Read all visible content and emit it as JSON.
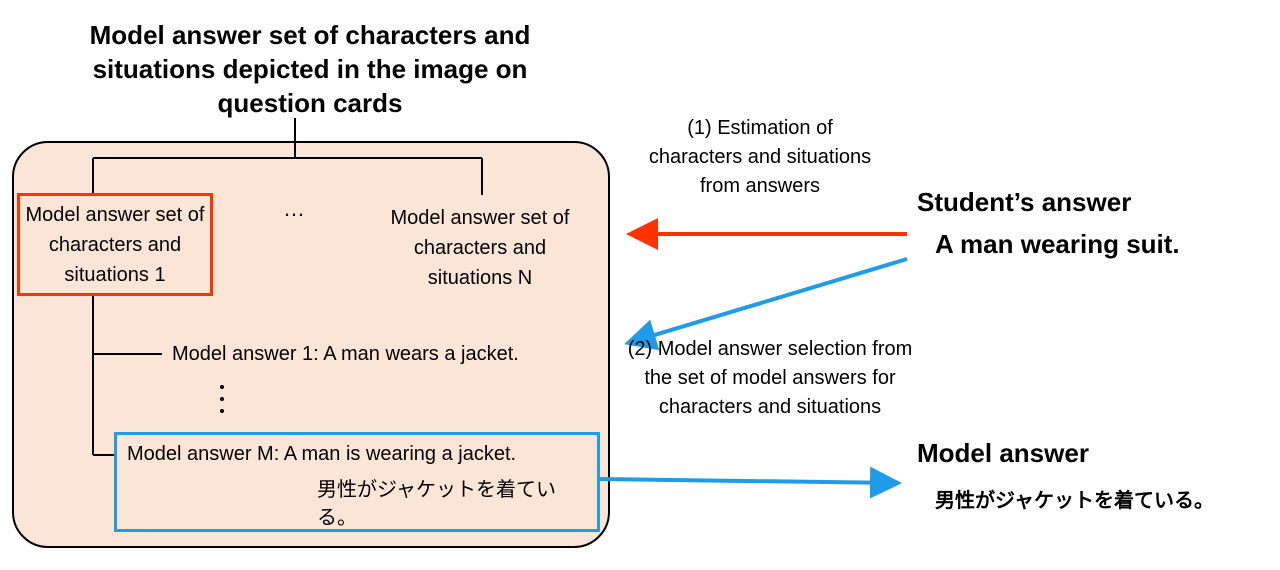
{
  "title": "Model answer set of characters and situations depicted in the image on question cards",
  "panel": {
    "set_first": "Model answer set of characters and situations 1",
    "ellipsis": "…",
    "set_last": "Model answer set of characters and situations N",
    "answer_first": "Model answer 1: A man wears a jacket.",
    "answer_last_en": "Model answer M: A man is wearing a jacket.",
    "answer_last_ja": "男性がジャケットを着ている。"
  },
  "steps": {
    "step1": "(1) Estimation of characters and situations from answers",
    "step2": "(2) Model answer selection from the set of model answers for characters and situations"
  },
  "student": {
    "title": "Student’s answer",
    "answer": "A man wearing suit."
  },
  "model": {
    "title": "Model answer",
    "answer": "男性がジャケットを着ている。"
  },
  "colors": {
    "panel_fill": "#fbe5d6",
    "red_arrow": "#ff3300",
    "blue_arrow": "#1f9be8"
  }
}
